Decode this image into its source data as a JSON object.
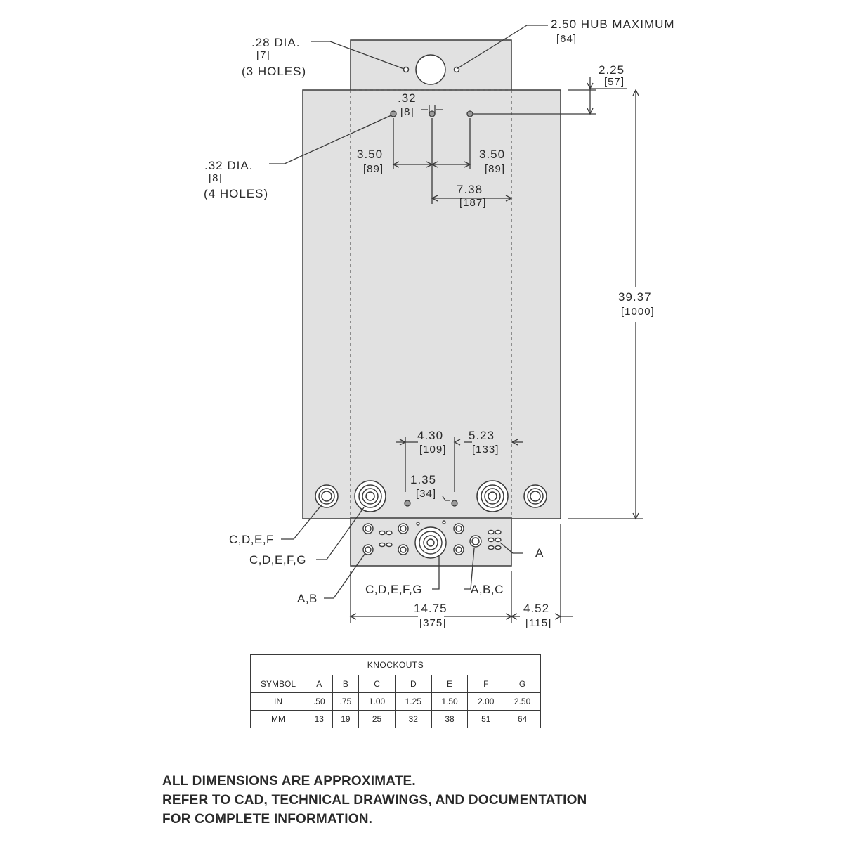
{
  "dimensions": {
    "hub_max": "2.50  HUB  MAXIMUM",
    "hub_max_mm": "[64]",
    "mount_hole_dia": ".28  DIA.",
    "mount_hole_dia_mm": "[7]",
    "mount_hole_count": "(3  HOLES)",
    "top_offset": "2.25",
    "top_offset_mm": "[57]",
    "hole_spacing_small": ".32",
    "hole_spacing_small_mm": "[8]",
    "bolt_hole_dia": ".32  DIA.",
    "bolt_hole_dia_mm": "[8]",
    "bolt_hole_count": "(4  HOLES)",
    "left_spacing": "3.50",
    "left_spacing_mm": "[89]",
    "right_spacing": "3.50",
    "right_spacing_mm": "[89]",
    "center_to_edge": "7.38",
    "center_to_edge_mm": "[187]",
    "overall_height": "39.37",
    "overall_height_mm": "[1000]",
    "bottom_left": "4.30",
    "bottom_left_mm": "[109]",
    "bottom_right": "5.23",
    "bottom_right_mm": "[133]",
    "bottom_small": "1.35",
    "bottom_small_mm": "[34]",
    "width": "14.75",
    "width_mm": "[375]",
    "depth": "4.52",
    "depth_mm": "[115]"
  },
  "knockout_labels": {
    "left_outer": "C,D,E,F",
    "left_inner": "C,D,E,F,G",
    "bottom_left": "A,B",
    "bottom_center": "C,D,E,F,G",
    "bottom_right": "A,B,C",
    "right": "A"
  },
  "knockouts_table": {
    "title": "KNOCKOUTS",
    "header": [
      "SYMBOL",
      "A",
      "B",
      "C",
      "D",
      "E",
      "F",
      "G"
    ],
    "rows": [
      [
        "IN",
        ".50",
        ".75",
        "1.00",
        "1.25",
        "1.50",
        "2.00",
        "2.50"
      ],
      [
        "MM",
        "13",
        "19",
        "25",
        "32",
        "38",
        "51",
        "64"
      ]
    ]
  },
  "notes": [
    "ALL DIMENSIONS ARE APPROXIMATE.",
    "REFER TO CAD, TECHNICAL DRAWINGS, AND DOCUMENTATION",
    "FOR COMPLETE INFORMATION."
  ],
  "colors": {
    "panel_fill": "#e1e1e1",
    "line": "#3a3a3a",
    "text": "#2a2a2a"
  }
}
